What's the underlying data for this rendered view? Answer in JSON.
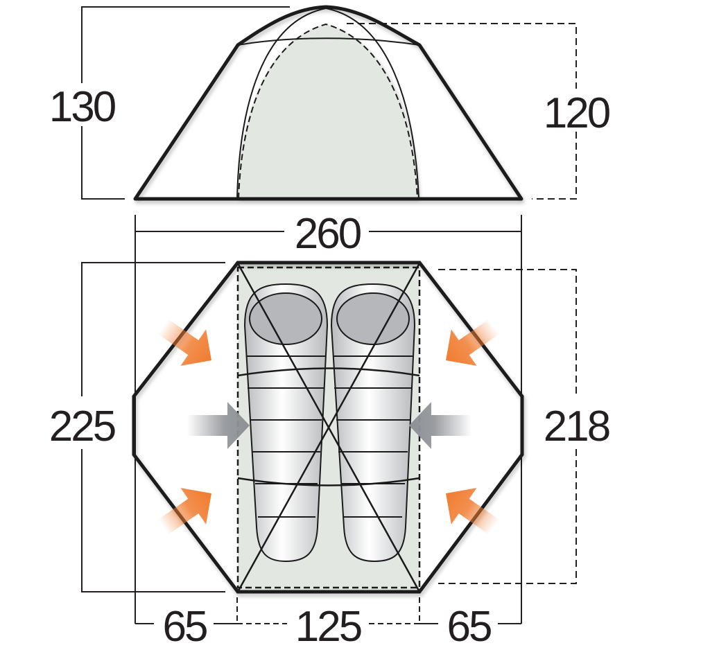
{
  "diagram": {
    "type": "tent-dimension-diagram",
    "units": "cm",
    "colors": {
      "outline": "#1a1a1a",
      "inner_fill": "#e2e7e1",
      "arrow_orange": "#f07c30",
      "arrow_grey": "#8e9196",
      "bag_fill": "#d9dadc",
      "bag_head": "#b5b7ba",
      "text": "#231f20"
    },
    "side_view": {
      "name": "side-elevation",
      "outer_height_label": "130",
      "inner_height_label": "120"
    },
    "floor_plan": {
      "name": "floor-plan",
      "overall_width_label": "260",
      "outer_length_label": "225",
      "inner_length_label": "218",
      "left_porch_label": "65",
      "inner_width_label": "125",
      "right_porch_label": "65",
      "sleeping_bags": 2,
      "entrances": {
        "side_doors": [
          "left",
          "right"
        ],
        "vents": [
          "left-top",
          "left-bottom",
          "right-top",
          "right-bottom"
        ]
      }
    }
  }
}
